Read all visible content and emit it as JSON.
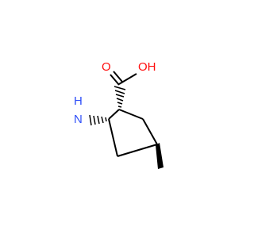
{
  "molecule": {
    "atoms": {
      "carboxyl_oxygen": {
        "label": "O",
        "color": "#ff0d0d"
      },
      "hydroxyl": {
        "label": "OH",
        "color": "#ff0d0d"
      },
      "amino_h": {
        "label": "H",
        "color": "#3050f8"
      },
      "amino_n": {
        "label": "N",
        "color": "#3050f8"
      }
    },
    "bond_color": "#000000"
  }
}
